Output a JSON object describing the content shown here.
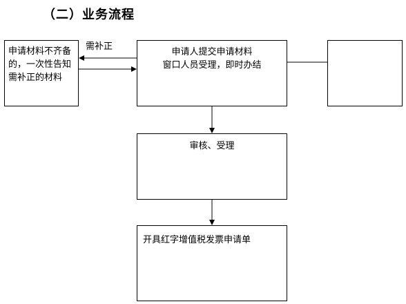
{
  "title": "（二）业务流程",
  "nodes": {
    "incomplete": "申请材料不齐备的，一次性告知需补正的材料",
    "submit_line1": "申请人提交申请材料",
    "submit_line2": "窗口人员受理，即时办结",
    "review": "审核、受理",
    "invoice": "开具红字增值税发票申请单",
    "right_box": ""
  },
  "edges": {
    "supplement_label": "需补正"
  }
}
